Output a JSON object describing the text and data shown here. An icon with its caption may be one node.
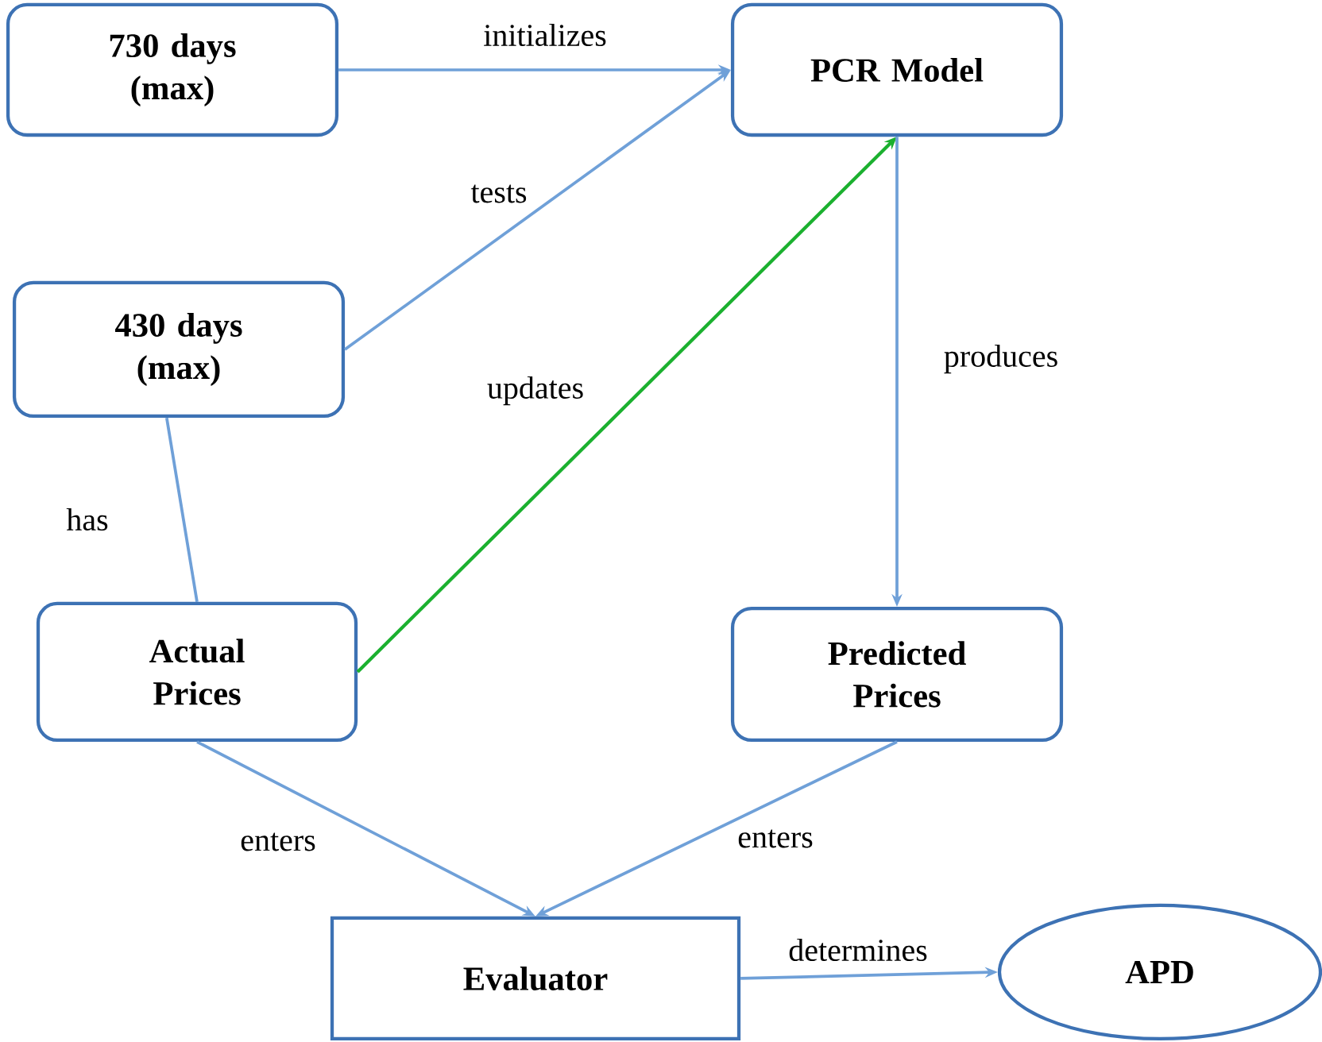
{
  "diagram": {
    "nodes": [
      {
        "text": [
          "730 days (max)"
        ]
      },
      {
        "text": [
          "PCR Model"
        ]
      },
      {
        "text": [
          "430 days (max)"
        ]
      },
      {
        "text": [
          "Actual Prices"
        ]
      },
      {
        "text": [
          "Predicted Prices"
        ]
      },
      {
        "text": [
          "Evaluator"
        ]
      },
      {
        "text": [
          "APD"
        ]
      }
    ],
    "edges": [
      {
        "from": 0,
        "to": 1,
        "arrow": "to",
        "label": "initializes"
      },
      {
        "from": 2,
        "to": 1,
        "arrow": "to",
        "label": "tests"
      },
      {
        "from": 3,
        "to": 1,
        "arrow": "to",
        "label": "updates",
        "color": "#1bb02f"
      },
      {
        "from": 2,
        "to": 3,
        "arrow": "none",
        "label": "has"
      },
      {
        "from": 1,
        "to": 4,
        "arrow": "to",
        "label": "produces"
      },
      {
        "from": 3,
        "to": 5,
        "arrow": "to",
        "label": "enters"
      },
      {
        "from": 4,
        "to": 5,
        "arrow": "to",
        "label": "enters"
      },
      {
        "from": 5,
        "to": 6,
        "arrow": "to",
        "label": "determines"
      }
    ]
  }
}
